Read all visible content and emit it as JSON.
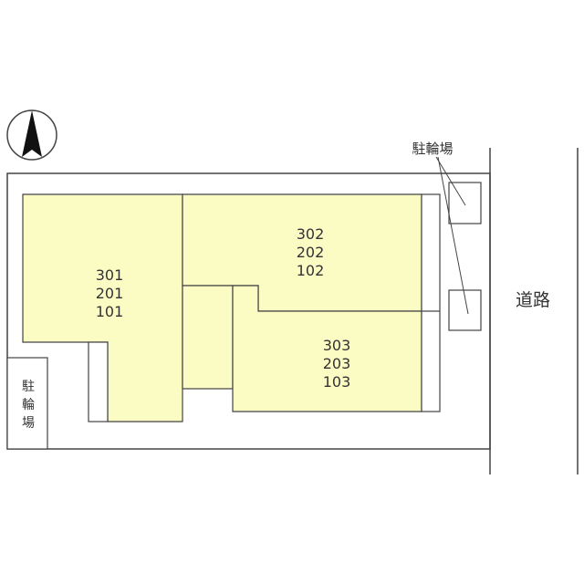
{
  "colors": {
    "unit_fill": "#fbfbc4",
    "line": "#444444",
    "background": "#ffffff"
  },
  "north_arrow": {
    "icon": "north-arrow-icon"
  },
  "units": [
    {
      "id": "unit-1",
      "lines": [
        "301",
        "201",
        "101"
      ]
    },
    {
      "id": "unit-2",
      "lines": [
        "302",
        "202",
        "102"
      ]
    },
    {
      "id": "unit-3",
      "lines": [
        "303",
        "203",
        "103"
      ]
    }
  ],
  "labels": {
    "bicycle_parking_right": "駐輪場",
    "bicycle_parking_left": [
      "駐",
      "輪",
      "場"
    ],
    "road": "道路"
  }
}
